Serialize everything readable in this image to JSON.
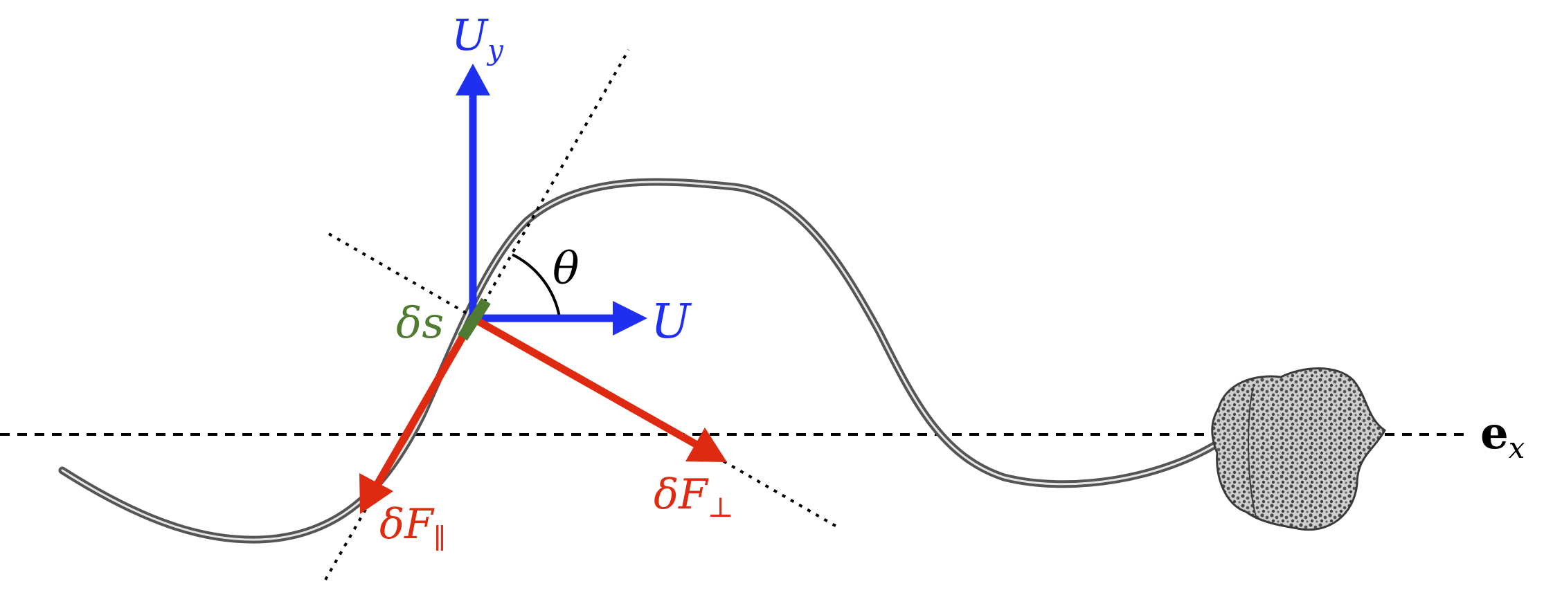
{
  "diagram": {
    "labels": {
      "uy": {
        "main": "U",
        "sub": "y"
      },
      "u": "U",
      "theta": "θ",
      "ds": "δs",
      "f_par": {
        "main": "δF",
        "sub": "∥"
      },
      "f_perp": {
        "main": "δF",
        "sub": "⊥"
      },
      "ex": {
        "main": "e",
        "sub": "x"
      }
    },
    "colors": {
      "velocity": "#1f2ff0",
      "force": "#dd2a10",
      "segment": "#4e7a32",
      "flagellum": "#555555",
      "ink": "#000000"
    },
    "icons": {
      "flagellum": "sperm-flagellum-icon",
      "head": "sperm-head-icon"
    }
  }
}
